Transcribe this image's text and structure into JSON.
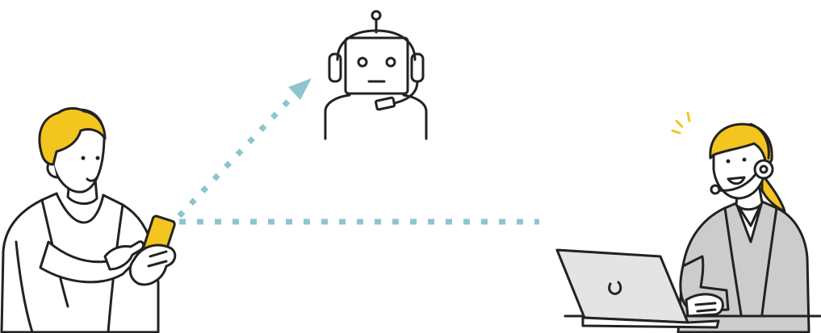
{
  "illustration": {
    "figures": {
      "customer": "customer-with-smartphone",
      "bot": "chatbot-robot-with-headset",
      "agent": "operator-with-headset-and-laptop"
    },
    "colors": {
      "line": "#222222",
      "hair": "#f3c51f",
      "phone": "#f3c51f",
      "dots": "#8ec5cd",
      "suit": "#cccccc",
      "laptop": "#e4e4e4",
      "background": "#ffffff"
    }
  }
}
